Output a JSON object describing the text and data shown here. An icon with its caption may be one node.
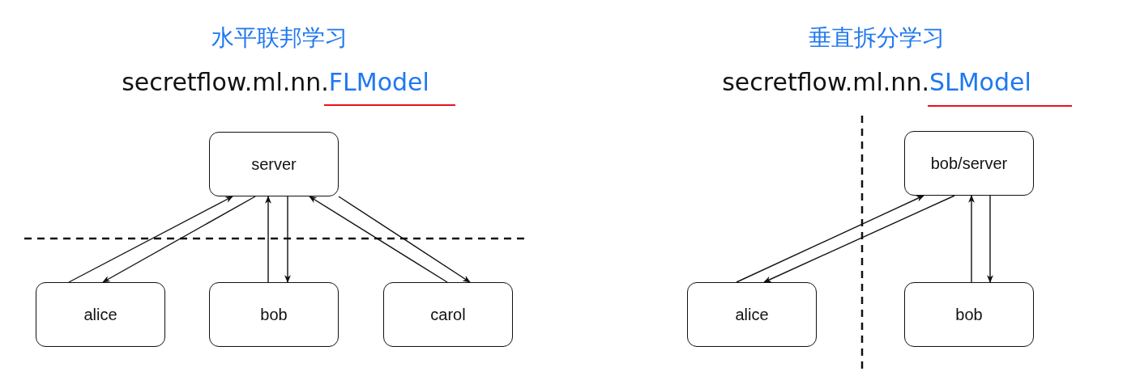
{
  "diagram": {
    "nodes": [
      {
        "text": [
          "server"
        ]
      },
      {
        "text": [
          "alice"
        ]
      },
      {
        "text": [
          "bob"
        ]
      },
      {
        "text": [
          "carol"
        ]
      },
      {
        "text": [
          "bob/server"
        ]
      },
      {
        "text": [
          "alice"
        ]
      },
      {
        "text": [
          "bob"
        ]
      }
    ],
    "edges": [
      {
        "from": 1,
        "to": 0,
        "arrow": "to"
      },
      {
        "from": 0,
        "to": 1,
        "arrow": "to"
      },
      {
        "from": 2,
        "to": 0,
        "arrow": "to"
      },
      {
        "from": 0,
        "to": 2,
        "arrow": "to"
      },
      {
        "from": 3,
        "to": 0,
        "arrow": "to"
      },
      {
        "from": 0,
        "to": 3,
        "arrow": "to"
      },
      {
        "from": 5,
        "to": 4,
        "arrow": "to"
      },
      {
        "from": 4,
        "to": 5,
        "arrow": "to"
      },
      {
        "from": 6,
        "to": 4,
        "arrow": "to"
      },
      {
        "from": 4,
        "to": 6,
        "arrow": "to"
      }
    ],
    "labels": [
      "水平联邦学习",
      "secretflow.ml.nn.FLModel",
      "垂直拆分学习",
      "secretflow.ml.nn.SLModel"
    ]
  }
}
